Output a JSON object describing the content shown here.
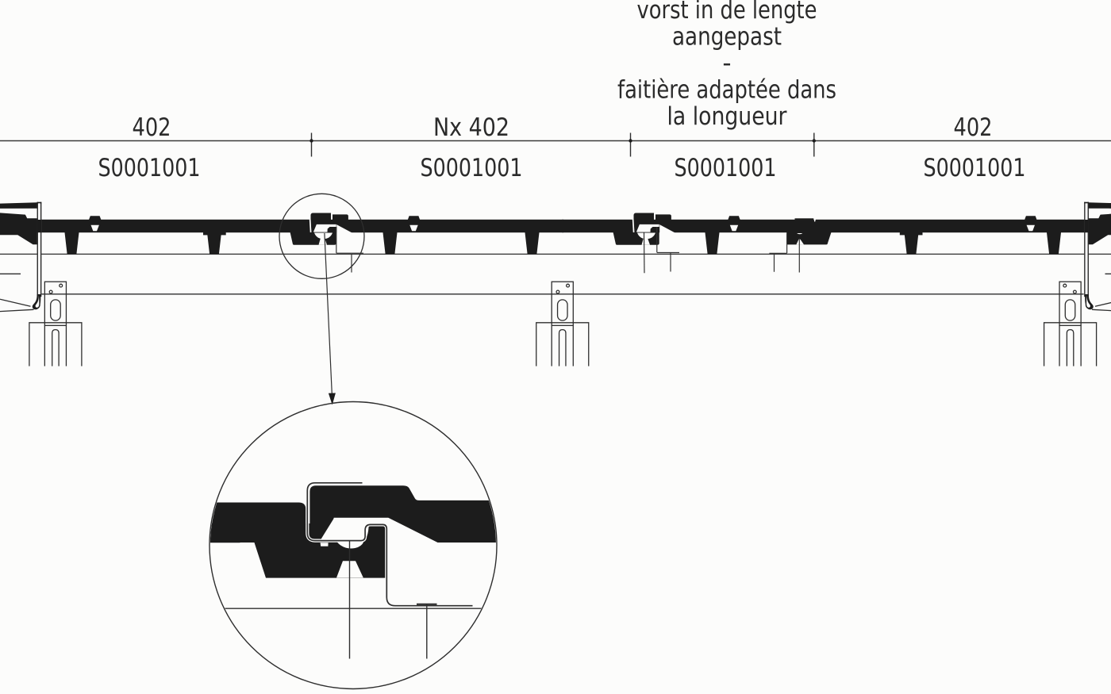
{
  "drawing": {
    "background": "#fcfcfb",
    "ink": "#1c1c1c",
    "line_color": "#3a3a3a",
    "text_color": "#2b2b2b",
    "dimension_labels": {
      "seg1": "402",
      "seg2": "Nx 402",
      "seg4": "402"
    },
    "annotation": {
      "line1": "vorst in de lengte",
      "line2": "aangepast",
      "line3": "-",
      "line4": "faitière adaptée dans",
      "line5": "la longueur"
    },
    "article_numbers": {
      "n1": "S0001001",
      "n2": "S0001001",
      "n3": "S0001001",
      "n4": "S0001001"
    }
  }
}
